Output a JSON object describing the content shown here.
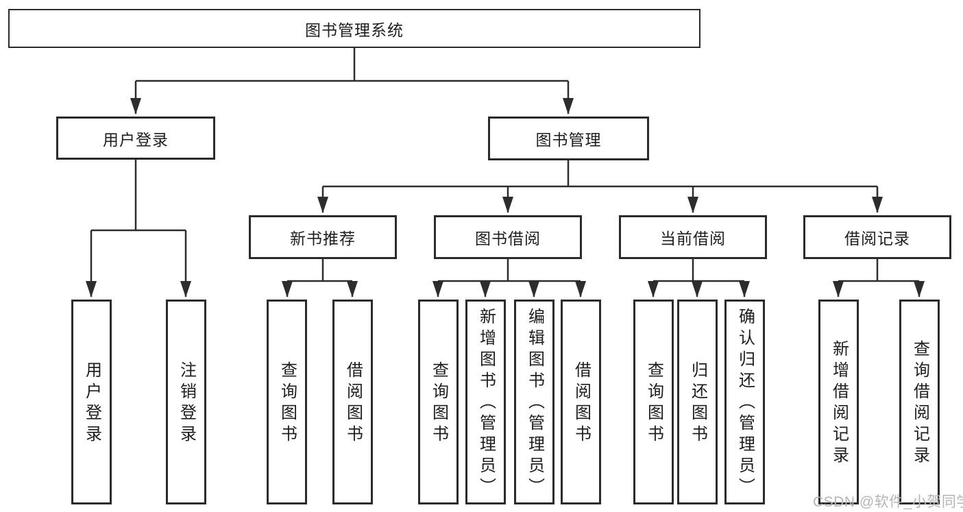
{
  "diagram": {
    "line_color": "#2d2d2d",
    "watermark": "CSDN @软件_小贺同学",
    "nodes": {
      "root": {
        "label": "图书管理系统",
        "children": [
          "user_login",
          "book_mgmt"
        ]
      },
      "user_login": {
        "label": "用户登录",
        "children": [
          "leaf_user_login",
          "leaf_logout"
        ]
      },
      "book_mgmt": {
        "label": "图书管理",
        "children": [
          "new_book_rec",
          "book_borrow",
          "current_borrow",
          "borrow_record"
        ]
      },
      "new_book_rec": {
        "label": "新书推荐",
        "children": [
          "leaf_nb_query",
          "leaf_nb_borrow"
        ]
      },
      "book_borrow": {
        "label": "图书借阅",
        "children": [
          "leaf_bb_query",
          "leaf_bb_add",
          "leaf_bb_edit",
          "leaf_bb_borrow"
        ]
      },
      "current_borrow": {
        "label": "当前借阅",
        "children": [
          "leaf_cb_query",
          "leaf_cb_return",
          "leaf_cb_confirm"
        ]
      },
      "borrow_record": {
        "label": "借阅记录",
        "children": [
          "leaf_br_add",
          "leaf_br_query"
        ]
      },
      "leaf_user_login": {
        "label": "用户登录"
      },
      "leaf_logout": {
        "label": "注销登录"
      },
      "leaf_nb_query": {
        "label": "查询图书"
      },
      "leaf_nb_borrow": {
        "label": "借阅图书"
      },
      "leaf_bb_query": {
        "label": "查询图书"
      },
      "leaf_bb_add": {
        "label": "新增图书（管理员）"
      },
      "leaf_bb_edit": {
        "label": "编辑图书（管理员）"
      },
      "leaf_bb_borrow": {
        "label": "借阅图书"
      },
      "leaf_cb_query": {
        "label": "查询图书"
      },
      "leaf_cb_return": {
        "label": "归还图书"
      },
      "leaf_cb_confirm": {
        "label": "确认归还（管理员）"
      },
      "leaf_br_add": {
        "label": "新增借阅记录"
      },
      "leaf_br_query": {
        "label": "查询借阅记录"
      }
    }
  }
}
